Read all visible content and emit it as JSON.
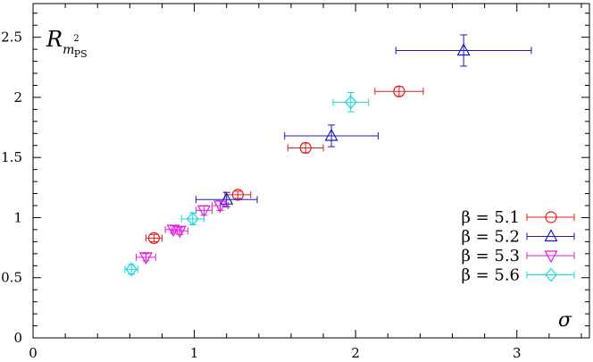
{
  "chart_data": {
    "type": "scatter",
    "xlim": [
      0,
      3.45
    ],
    "ylim": [
      0,
      2.78
    ],
    "x_ticks": [
      "0",
      "1",
      "2",
      "3"
    ],
    "x_tick_values": [
      0,
      1,
      2,
      3
    ],
    "y_ticks": [
      "0",
      "0.5",
      "1",
      "1.5",
      "2",
      "2.5"
    ],
    "y_tick_values": [
      0,
      0.5,
      1,
      1.5,
      2,
      2.5
    ],
    "xlabel": "σ",
    "ylabel": {
      "base": "R",
      "sub": "m",
      "sup": "2",
      "subsub": "PS"
    },
    "grid": false,
    "legend_position": "right",
    "series": [
      {
        "name": "β = 5.1",
        "color": "#e8191a",
        "marker": "circle",
        "points": [
          {
            "x": 0.75,
            "y": 0.83,
            "xerr": 0.05,
            "yerr": 0.03
          },
          {
            "x": 1.27,
            "y": 1.19,
            "xerr": 0.08,
            "yerr": 0.03
          },
          {
            "x": 1.69,
            "y": 1.58,
            "xerr": 0.11,
            "yerr": 0.04
          },
          {
            "x": 2.27,
            "y": 2.05,
            "xerr": 0.15,
            "yerr": 0.04
          }
        ]
      },
      {
        "name": "β = 5.2",
        "color": "#1a1ac8",
        "marker": "triangle-up",
        "points": [
          {
            "x": 1.2,
            "y": 1.15,
            "xerr": 0.19,
            "yerr": 0.06
          },
          {
            "x": 1.85,
            "y": 1.68,
            "xerr": 0.29,
            "yerr": 0.09
          },
          {
            "x": 2.67,
            "y": 2.39,
            "xerr": 0.42,
            "yerr": 0.13
          }
        ]
      },
      {
        "name": "β = 5.3",
        "color": "#e21ae2",
        "marker": "triangle-down",
        "points": [
          {
            "x": 0.7,
            "y": 0.67,
            "xerr": 0.06,
            "yerr": 0.03
          },
          {
            "x": 0.87,
            "y": 0.9,
            "xerr": 0.05,
            "yerr": 0.03
          },
          {
            "x": 0.91,
            "y": 0.89,
            "xerr": 0.05,
            "yerr": 0.03
          },
          {
            "x": 1.06,
            "y": 1.06,
            "xerr": 0.05,
            "yerr": 0.04
          },
          {
            "x": 1.16,
            "y": 1.1,
            "xerr": 0.05,
            "yerr": 0.04
          }
        ]
      },
      {
        "name": "β = 5.6",
        "color": "#18d8d8",
        "marker": "diamond",
        "points": [
          {
            "x": 0.61,
            "y": 0.57,
            "xerr": 0.04,
            "yerr": 0.04
          },
          {
            "x": 0.99,
            "y": 0.99,
            "xerr": 0.07,
            "yerr": 0.05
          },
          {
            "x": 1.97,
            "y": 1.96,
            "xerr": 0.11,
            "yerr": 0.08
          }
        ]
      }
    ]
  }
}
